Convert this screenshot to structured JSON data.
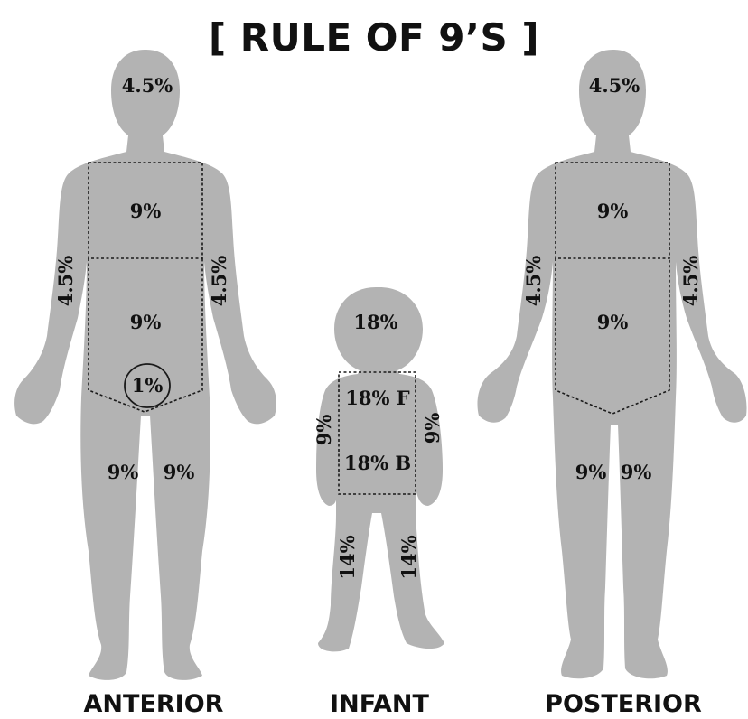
{
  "title": "[ RULE OF 9’S ]",
  "colors": {
    "figure": "#b3b3b3",
    "text": "#111111",
    "background": "#ffffff"
  },
  "figures": [
    {
      "caption": "ANTERIOR",
      "labels": {
        "head": "4.5%",
        "chest": "9%",
        "abdomen": "9%",
        "genitals": "1%",
        "left_arm": "4.5%",
        "right_arm": "4.5%",
        "left_leg": "9%",
        "right_leg": "9%"
      }
    },
    {
      "caption": "INFANT",
      "labels": {
        "head": "18%",
        "torso_front": "18% F",
        "torso_back": "18% B",
        "left_arm": "9%",
        "right_arm": "9%",
        "left_leg": "14%",
        "right_leg": "14%"
      }
    },
    {
      "caption": "POSTERIOR",
      "labels": {
        "head": "4.5%",
        "upper_back": "9%",
        "lower_back": "9%",
        "left_arm": "4.5%",
        "right_arm": "4.5%",
        "left_leg": "9%",
        "right_leg": "9%"
      }
    }
  ]
}
